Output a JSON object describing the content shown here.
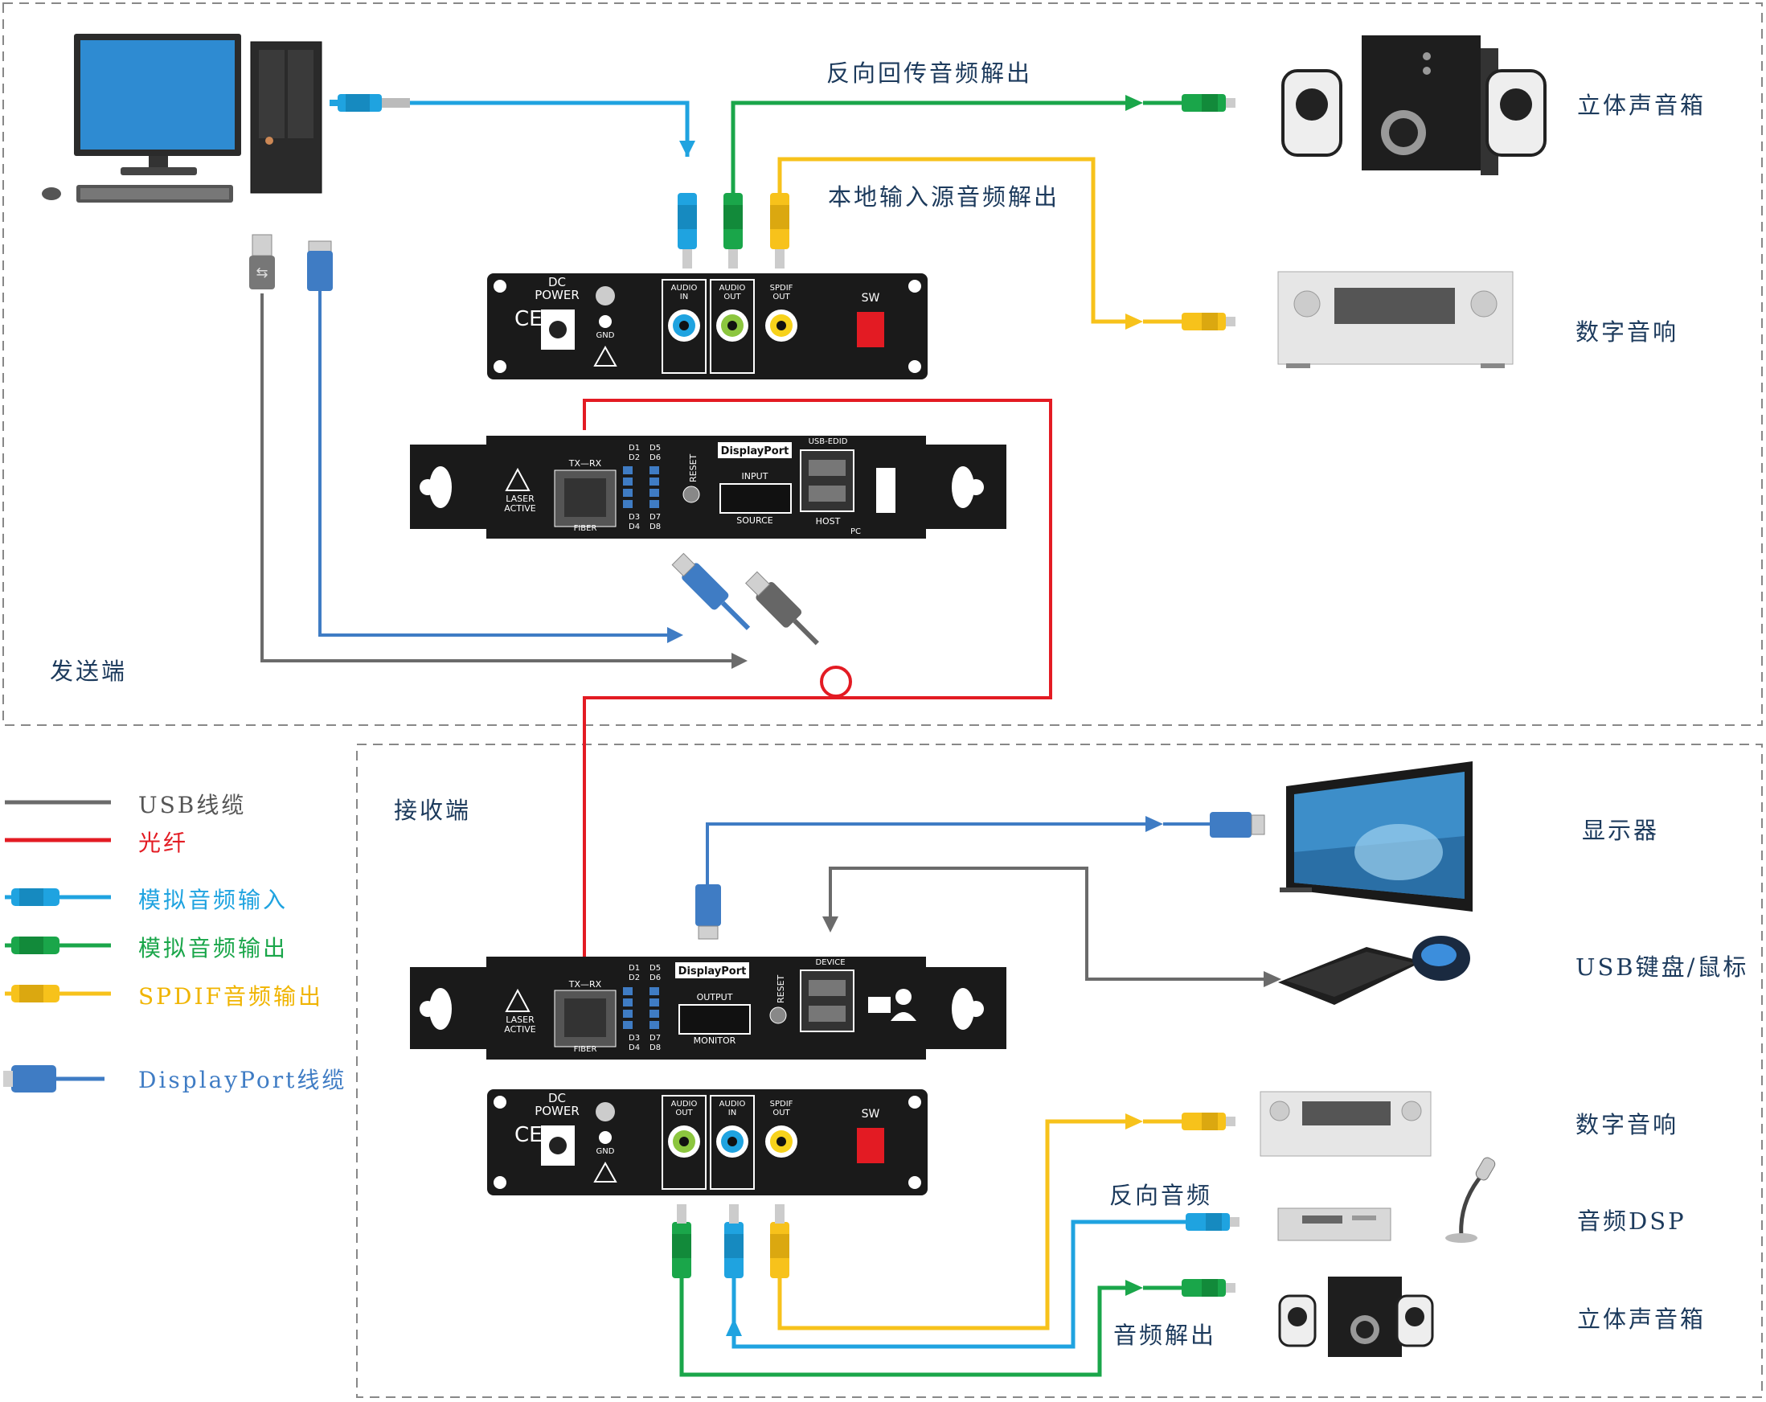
{
  "zones": {
    "sender": "发送端",
    "receiver": "接收端"
  },
  "lines": {
    "reverse_audio_out": "反向回传音频解出",
    "local_audio_out": "本地输入源音频解出",
    "reverse_audio": "反向音频",
    "audio_out": "音频解出"
  },
  "devices": {
    "stereo_speaker_top": "立体声音箱",
    "digital_audio_top": "数字音响",
    "monitor": "显示器",
    "keyboard_mouse": "USB键盘/鼠标",
    "digital_audio_bottom": "数字音响",
    "audio_dsp": "音频DSP",
    "stereo_speaker_bottom": "立体声音箱"
  },
  "legend": {
    "usb_cable": "USB线缆",
    "fiber": "光纤",
    "analog_in": "模拟音频输入",
    "analog_out": "模拟音频输出",
    "spdif_out": "SPDIF音频输出",
    "dp_cable": "DisplayPort线缆"
  },
  "panel_labels": {
    "dc_power": "DC\nPOWER",
    "dc_line1": "DC",
    "dc_line2": "POWER",
    "gnd": "GND",
    "audio_in_1": "AUDIO",
    "audio_in_2": "IN",
    "audio_out_1": "AUDIO",
    "audio_out_2": "OUT",
    "spdif_1": "SPDIF",
    "spdif_2": "OUT",
    "sw": "SW",
    "laser_1": "LASER",
    "laser_2": "ACTIVE",
    "txrx": "TX—RX",
    "fiber": "FIBER",
    "d1": "D1",
    "d2": "D2",
    "d3": "D3",
    "d4": "D4",
    "d5": "D5",
    "d6": "D6",
    "d7": "D7",
    "d8": "D8",
    "reset": "RESET",
    "displayport": "DisplayPort",
    "input": "INPUT",
    "source": "SOURCE",
    "output": "OUTPUT",
    "monitor": "MONITOR",
    "usb_edid": "USB-EDID",
    "host": "HOST",
    "pc": "PC",
    "device": "DEVICE",
    "ce": "CE"
  },
  "colors": {
    "usb": "#6b6b6b",
    "fiber": "#e31b23",
    "analog_in": "#1fa3e0",
    "analog_out": "#1aa64a",
    "spdif": "#f7c21b",
    "dp": "#3f7cc4",
    "text": "#1c3a5c"
  }
}
